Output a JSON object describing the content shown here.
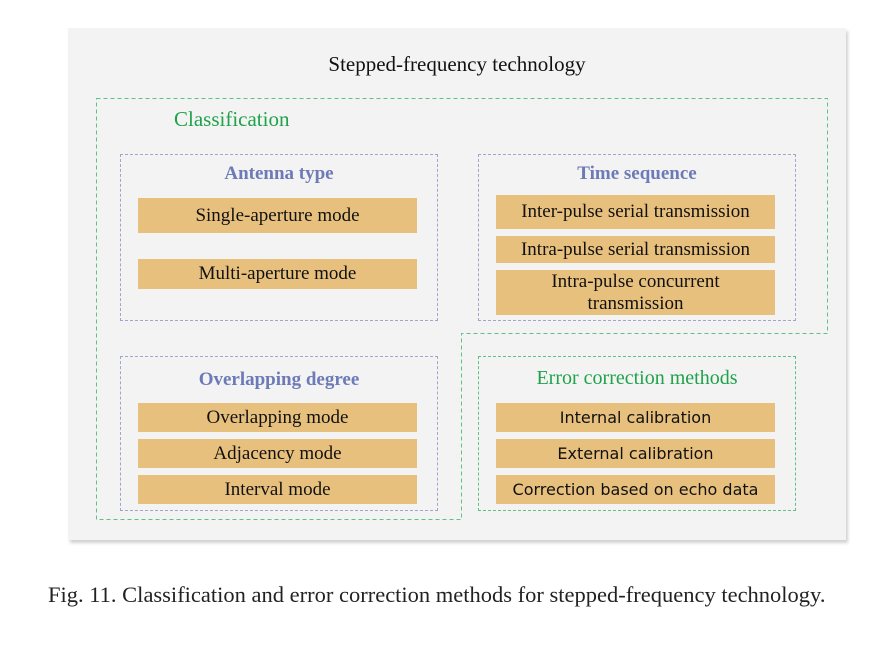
{
  "title": "Stepped-frequency technology",
  "classification_label": "Classification",
  "groups": {
    "antenna": {
      "title": "Antenna type",
      "items": [
        "Single-aperture mode",
        "Multi-aperture mode"
      ]
    },
    "time": {
      "title": "Time sequence",
      "items": [
        "Inter-pulse serial transmission",
        "Intra-pulse serial transmission",
        "Intra-pulse concurrent transmission"
      ]
    },
    "overlap": {
      "title": "Overlapping degree",
      "items": [
        "Overlapping mode",
        "Adjacency mode",
        "Interval mode"
      ]
    },
    "error": {
      "title": "Error correction methods",
      "items": [
        "Internal calibration",
        "External calibration",
        "Correction based on echo data"
      ]
    }
  },
  "caption": "Fig. 11.   Classification and error correction methods for stepped-frequency technology.",
  "colors": {
    "panel_bg": "#f3f3f3",
    "item_fill": "#e8c07d",
    "blue_title": "#6c7ab7",
    "green_accent": "#1fa24a",
    "blue_dash": "#9fa6c9",
    "green_dash": "#5fc08a"
  }
}
